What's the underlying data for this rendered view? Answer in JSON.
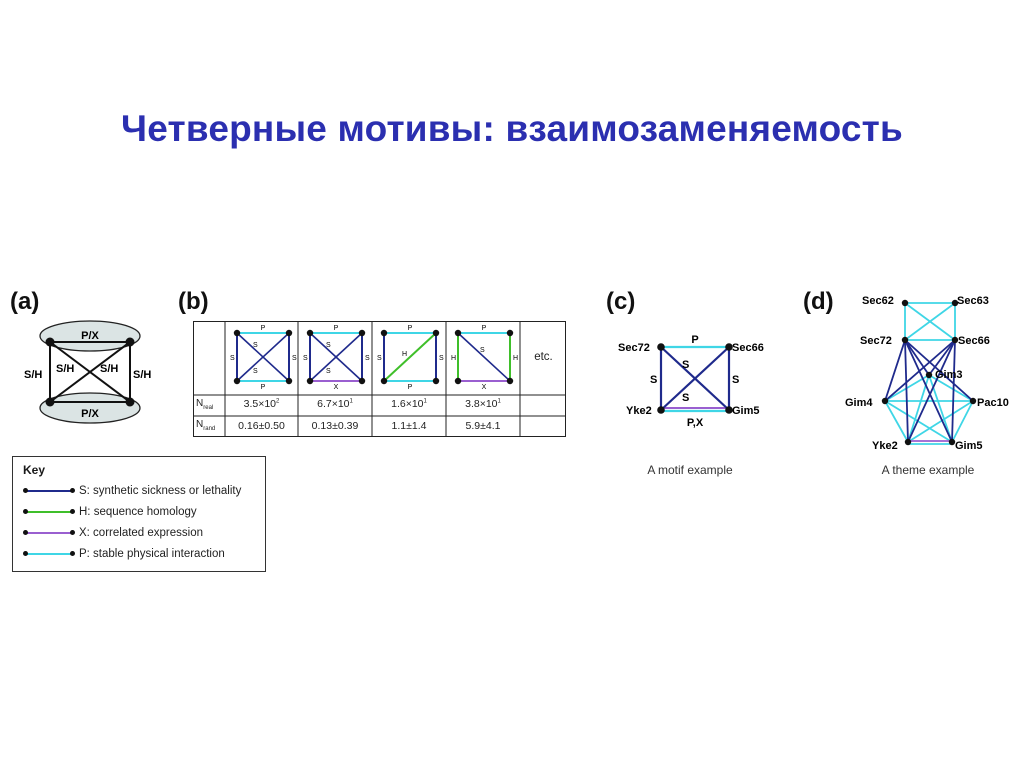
{
  "slide": {
    "title": "Четверные мотивы: взаимозаменяемость"
  },
  "panels": {
    "a": {
      "label": "(a)",
      "top_edge": "P/X",
      "bottom_edge": "P/X",
      "left_edge": "S/H",
      "right_edge": "S/H",
      "diag_left": "S/H",
      "diag_right": "S/H"
    },
    "b": {
      "label": "(b)",
      "etc": "etc.",
      "row_real_main": "N",
      "row_real_sub": "real",
      "row_rand_main": "N",
      "row_rand_sub": "rand",
      "motifs": [
        {
          "top": "P",
          "bottom": "P",
          "left": "S",
          "right": "S",
          "diag1": "S",
          "diag2": "S",
          "n_real_mant": "3.5×10",
          "n_real_exp": "2",
          "n_rand": "0.16±0.50"
        },
        {
          "top": "P",
          "bottom": "X",
          "left": "S",
          "right": "S",
          "diag1": "S",
          "diag2": "S",
          "n_real_mant": "6.7×10",
          "n_real_exp": "1",
          "n_rand": "0.13±0.39"
        },
        {
          "top": "P",
          "bottom": "P",
          "left": "S",
          "right": "S",
          "diag1": "H",
          "diag2": "",
          "n_real_mant": "1.6×10",
          "n_real_exp": "1",
          "n_rand": "1.1±1.4"
        },
        {
          "top": "P",
          "bottom": "X",
          "left": "H",
          "right": "H",
          "diag1": "S",
          "diag2": "",
          "n_real_mant": "3.8×10",
          "n_real_exp": "1",
          "n_rand": "5.9±4.1"
        }
      ]
    },
    "c": {
      "label": "(c)",
      "caption": "A motif example",
      "nodes": {
        "tl": "Sec72",
        "tr": "Sec66",
        "bl": "Yke2",
        "br": "Gim5"
      },
      "top_edge": "P",
      "bottom_edge": "P,X",
      "left_edge": "S",
      "right_edge": "S",
      "diag1": "S",
      "diag2": "S"
    },
    "d": {
      "label": "(d)",
      "caption": "A theme example",
      "nodes": {
        "sec62": "Sec62",
        "sec63": "Sec63",
        "sec72": "Sec72",
        "sec66": "Sec66",
        "gim3": "Gim3",
        "gim4": "Gim4",
        "pac10": "Pac10",
        "yke2": "Yke2",
        "gim5": "Gim5"
      }
    }
  },
  "key": {
    "title": "Key",
    "items": [
      {
        "label": "S: synthetic sickness or lethality",
        "color": "#1f2a8c"
      },
      {
        "label": "H: sequence homology",
        "color": "#3fbf2a"
      },
      {
        "label": "X: correlated expression",
        "color": "#9a5fd0"
      },
      {
        "label": "P: stable physical interaction",
        "color": "#3fd6e6"
      }
    ]
  },
  "colors": {
    "title": "#2b2fb0",
    "S": "#1f2a8c",
    "H": "#3fbf2a",
    "X": "#9a5fd0",
    "P": "#3fd6e6"
  }
}
